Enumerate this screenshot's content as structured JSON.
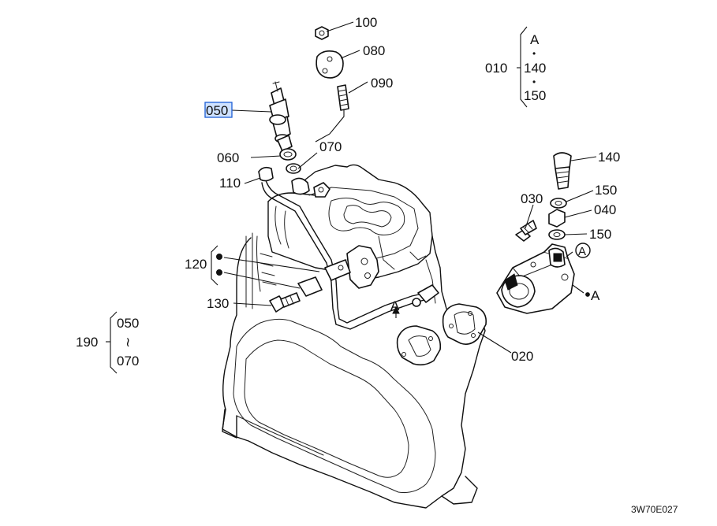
{
  "diagram": {
    "drawing_code": "3W70E027",
    "highlighted_label": "050",
    "labels": {
      "p100": "100",
      "p080": "080",
      "p090": "090",
      "p050": "050",
      "p060": "060",
      "p070": "070",
      "p110": "110",
      "p140": "140",
      "p150a": "150",
      "p040": "040",
      "p150b": "150",
      "p030": "030",
      "p120": "120",
      "p130": "130",
      "p020": "020",
      "markA_pipe": "A",
      "markA_circle": "A",
      "markA_pump": "A"
    },
    "group_010": {
      "code": "010",
      "top": "A",
      "dot1": "•",
      "middle": "140",
      "dot2": "•",
      "bottom": "150"
    },
    "group_190": {
      "code": "190",
      "top": "050",
      "tilde": "≀",
      "bottom": "070"
    }
  },
  "colors": {
    "line": "#111111",
    "highlight_fill": "#cfe2ff",
    "highlight_border": "#1c5fd6",
    "background": "#ffffff"
  }
}
